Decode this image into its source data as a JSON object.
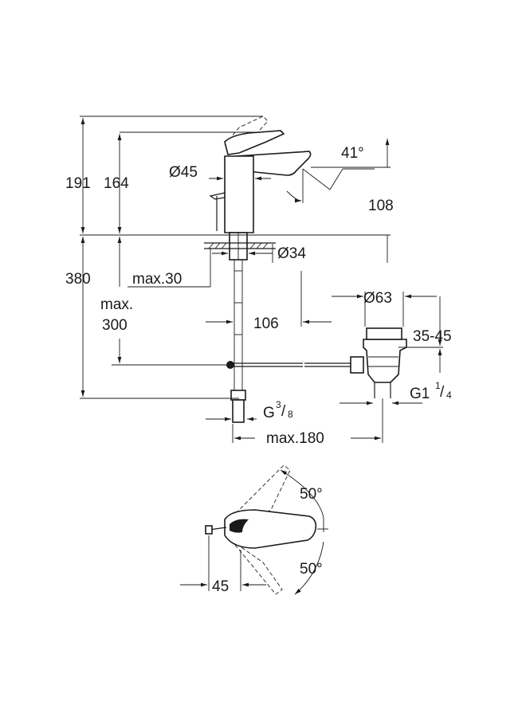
{
  "dimensions": {
    "h191": "191",
    "h164": "164",
    "d45": "Ø45",
    "angle41": "41°",
    "h108": "108",
    "d34": "Ø34",
    "h380": "380",
    "max30": "max.30",
    "max300_line1": "max.",
    "max300_line2": "300",
    "w106": "106",
    "d63": "Ø63",
    "r3545": "35-45",
    "g1_main": "G1",
    "g1_sup": "1",
    "g1_slash": "/",
    "g1_sub": "4",
    "g38_main": "G",
    "g38_sup": "3",
    "g38_slash": "/",
    "g38_sub": "8",
    "max180": "max.180",
    "angle50_top": "50°",
    "angle50_bottom": "50°",
    "w45_bottom": "45"
  }
}
